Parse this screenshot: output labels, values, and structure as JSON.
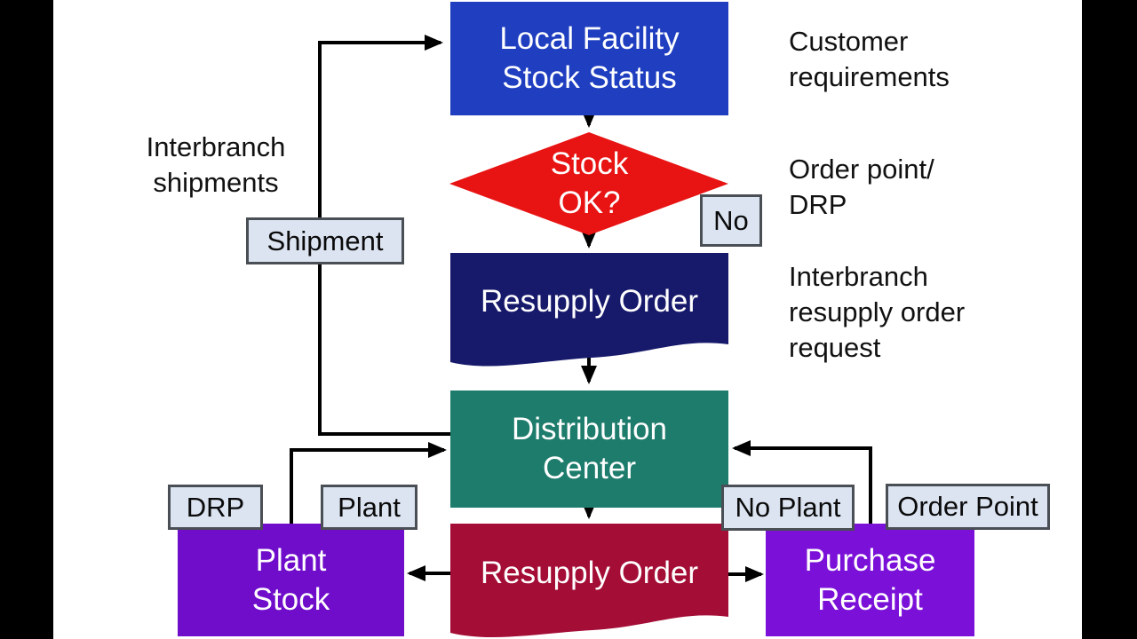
{
  "colors": {
    "background": "#000000",
    "canvas": "#FFFFFF",
    "arrow": "#000000",
    "tag_fill": "#DCE4F2",
    "tag_border": "#4A4E55",
    "node_text": "#FFFFFF",
    "annotation_text": "#111111"
  },
  "nodes": {
    "local_facility": {
      "line1": "Local Facility",
      "line2": "Stock Status",
      "fill": "#1F3EC0",
      "shape": "rectangle"
    },
    "stock_ok": {
      "line1": "Stock",
      "line2": "OK?",
      "fill": "#E81313",
      "shape": "diamond"
    },
    "resupply_order_top": {
      "line1": "Resupply Order",
      "fill": "#171A6B",
      "shape": "document"
    },
    "distribution_center": {
      "line1": "Distribution",
      "line2": "Center",
      "fill": "#1E7C6C",
      "shape": "rectangle"
    },
    "resupply_order_bottom": {
      "line1": "Resupply Order",
      "fill": "#A40D35",
      "shape": "document"
    },
    "plant_stock": {
      "line1": "Plant",
      "line2": "Stock",
      "fill": "#6F0DCB",
      "shape": "rectangle"
    },
    "purchase_receipt": {
      "line1": "Purchase",
      "line2": "Receipt",
      "fill": "#7B11D8",
      "shape": "rectangle"
    }
  },
  "tags": {
    "shipment": "Shipment",
    "no": "No",
    "drp": "DRP",
    "plant": "Plant",
    "no_plant": "No Plant",
    "order_point": "Order Point"
  },
  "annotations": {
    "customer_requirements": {
      "line1": "Customer",
      "line2": "requirements"
    },
    "order_point_drp": {
      "line1": "Order point/",
      "line2": "DRP"
    },
    "interbranch_resupply": {
      "line1": "Interbranch",
      "line2": "resupply order",
      "line3": "request"
    },
    "interbranch_shipments": {
      "line1": "Interbranch",
      "line2": "shipments"
    }
  }
}
